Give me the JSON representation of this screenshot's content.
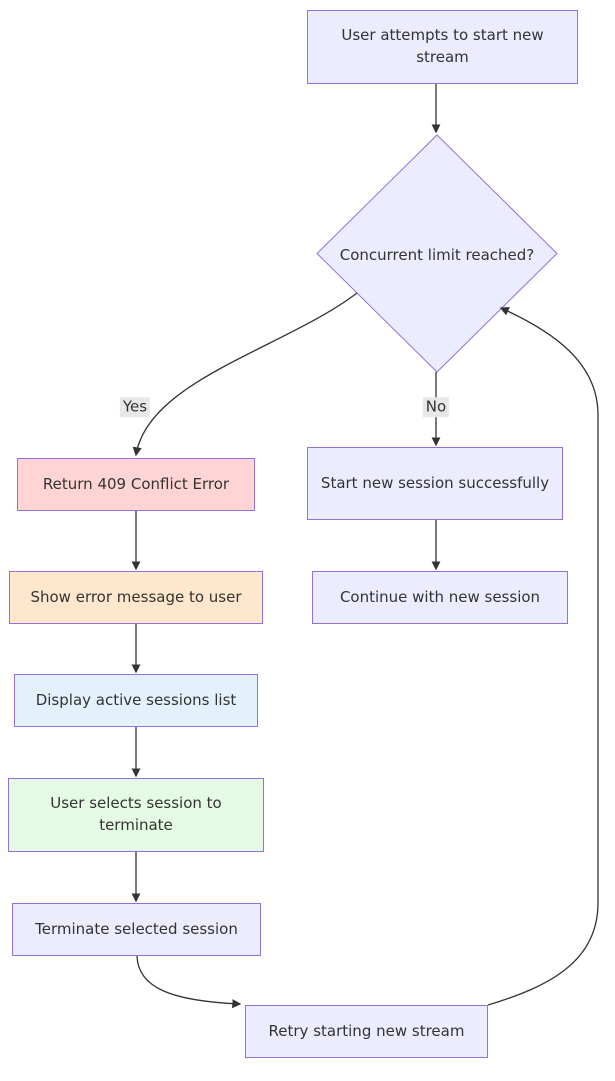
{
  "diagram": {
    "type": "flowchart",
    "colors": {
      "background": "#ffffff",
      "node_border": "#9370DB",
      "edge": "#333333",
      "text": "#333333",
      "edge_label_bg": "#e8e8e8",
      "default_node_fill": "#ECECFF"
    }
  },
  "nodes": {
    "start": {
      "label": "User attempts to start new stream",
      "fill": "#ECECFF"
    },
    "check": {
      "label": "Concurrent limit reached?",
      "fill": "#ECECFF"
    },
    "conflict": {
      "label": "Return 409 Conflict Error",
      "fill": "#ffd4d4"
    },
    "error": {
      "label": "Show error message to user",
      "fill": "#ffe7cd"
    },
    "list": {
      "label": "Display active sessions list",
      "fill": "#e3f1fb"
    },
    "select": {
      "label": "User selects session to terminate",
      "fill": "#e5fae5"
    },
    "terminate": {
      "label": "Terminate selected session",
      "fill": "#ECECFF"
    },
    "success": {
      "label": "Start new session successfully",
      "fill": "#ECECFF"
    },
    "continue": {
      "label": "Continue with new session",
      "fill": "#ECECFF"
    },
    "retry": {
      "label": "Retry starting new stream",
      "fill": "#ECECFF"
    }
  },
  "edges": [
    {
      "from": "start",
      "to": "check",
      "label": ""
    },
    {
      "from": "check",
      "to": "conflict",
      "label": "Yes"
    },
    {
      "from": "check",
      "to": "success",
      "label": "No"
    },
    {
      "from": "conflict",
      "to": "error",
      "label": ""
    },
    {
      "from": "error",
      "to": "list",
      "label": ""
    },
    {
      "from": "list",
      "to": "select",
      "label": ""
    },
    {
      "from": "select",
      "to": "terminate",
      "label": ""
    },
    {
      "from": "terminate",
      "to": "retry",
      "label": ""
    },
    {
      "from": "success",
      "to": "continue",
      "label": ""
    },
    {
      "from": "retry",
      "to": "check",
      "label": ""
    }
  ]
}
